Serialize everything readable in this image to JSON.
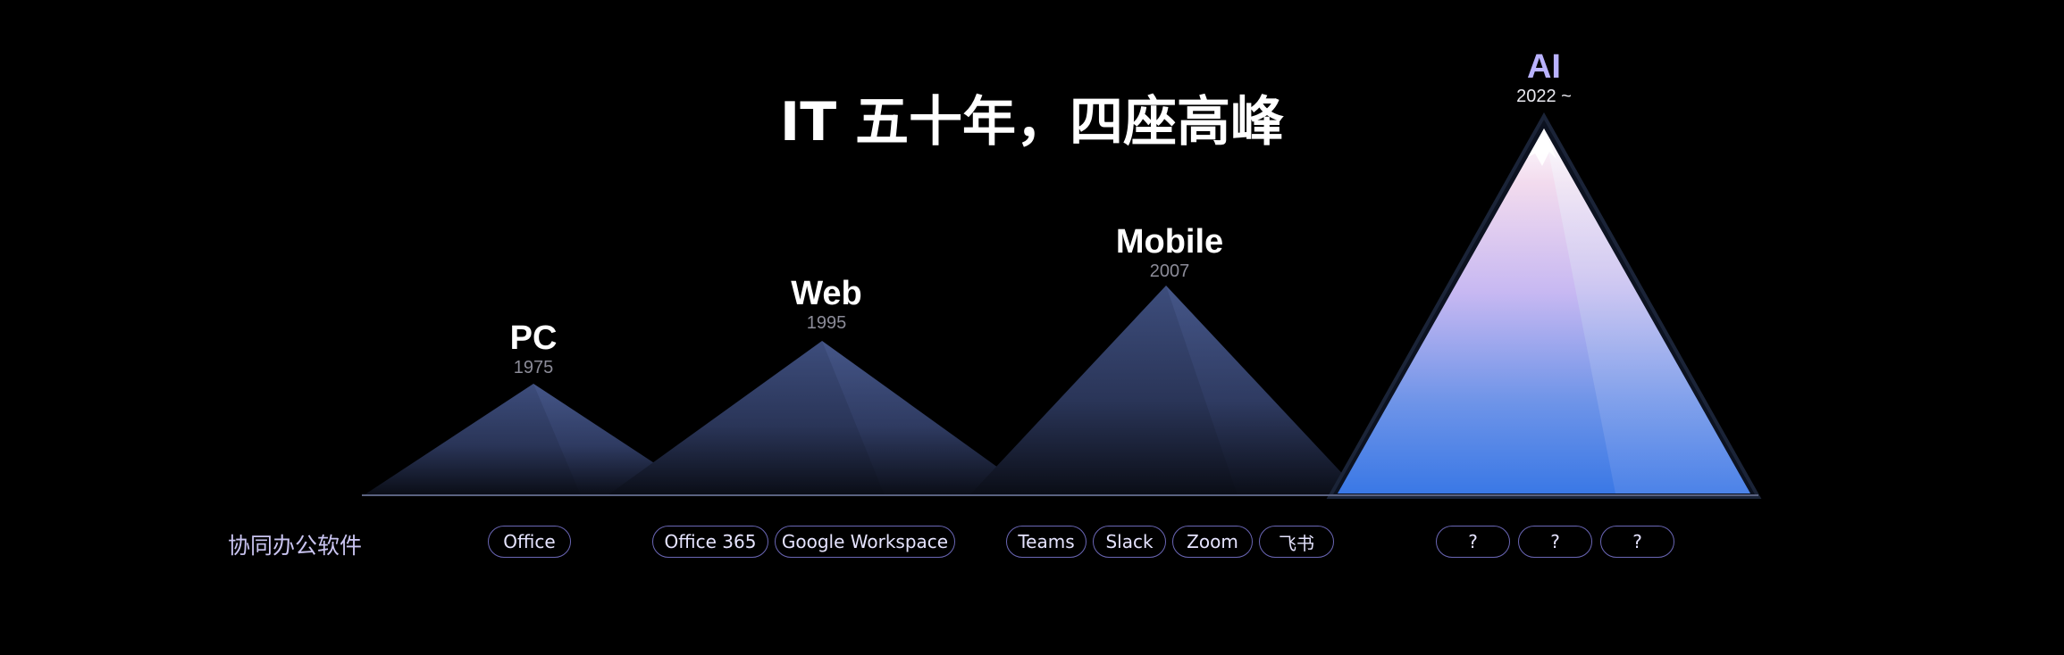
{
  "title": "IT 五十年，四座高峰",
  "peaks": [
    {
      "name": "PC",
      "year": "1975"
    },
    {
      "name": "Web",
      "year": "1995"
    },
    {
      "name": "Mobile",
      "year": "2007"
    },
    {
      "name": "AI",
      "year": "2022 ~"
    }
  ],
  "row_label": "协同办公软件",
  "products": [
    {
      "label": "Office"
    },
    {
      "label": "Office 365"
    },
    {
      "label": "Google Workspace"
    },
    {
      "label": "Teams"
    },
    {
      "label": "Slack"
    },
    {
      "label": "Zoom"
    },
    {
      "label": "飞书"
    },
    {
      "label": "?"
    },
    {
      "label": "?"
    },
    {
      "label": "?"
    }
  ],
  "colors": {
    "background": "#000000",
    "peak_dark": "#3a4a78",
    "ai_top": "#f3dcec",
    "ai_bottom": "#3b7ae6",
    "chip_border": "#6a66b5"
  }
}
